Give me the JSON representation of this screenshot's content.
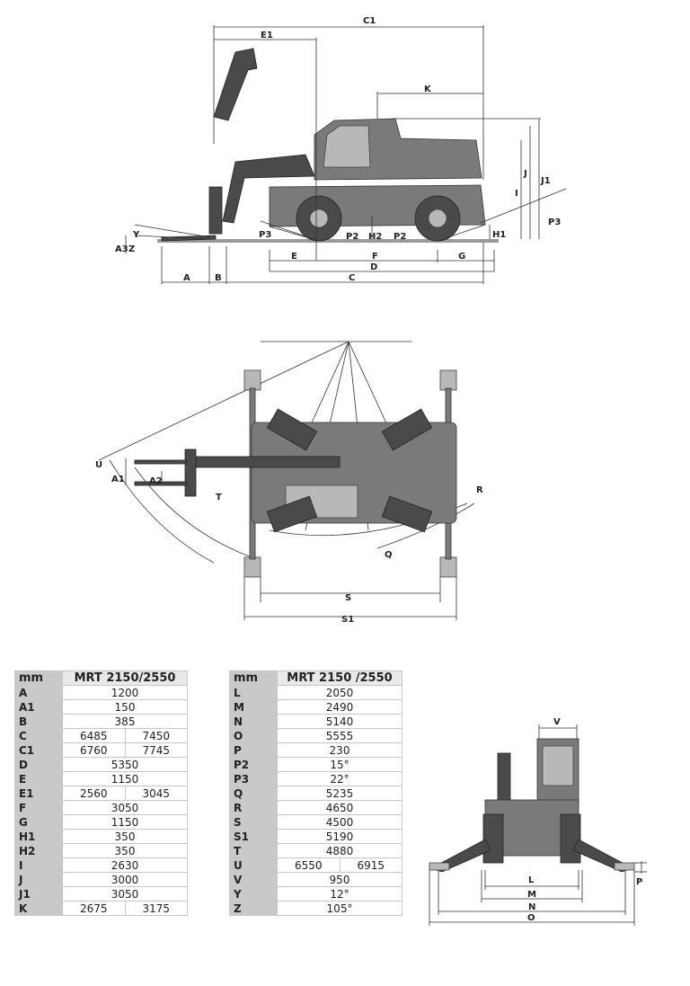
{
  "side_view": {
    "labels": [
      "C1",
      "E1",
      "K",
      "I",
      "J",
      "J1",
      "P3",
      "P3",
      "H1",
      "H2",
      "P2",
      "P2",
      "A3",
      "Z",
      "Y",
      "A",
      "B",
      "C",
      "D",
      "E",
      "F",
      "G"
    ]
  },
  "top_view": {
    "labels": [
      "U",
      "A1",
      "A2",
      "T",
      "R",
      "Q",
      "S",
      "S1"
    ]
  },
  "front_view": {
    "labels": [
      "V",
      "L",
      "M",
      "N",
      "O",
      "P"
    ]
  },
  "table_left": {
    "unit_header": "mm",
    "model_header": "MRT 2150/2550",
    "rows": [
      {
        "key": "A",
        "values": [
          "1200"
        ]
      },
      {
        "key": "A1",
        "values": [
          "150"
        ]
      },
      {
        "key": "B",
        "values": [
          "385"
        ]
      },
      {
        "key": "C",
        "values": [
          "6485",
          "7450"
        ]
      },
      {
        "key": "C1",
        "values": [
          "6760",
          "7745"
        ]
      },
      {
        "key": "D",
        "values": [
          "5350"
        ]
      },
      {
        "key": "E",
        "values": [
          "1150"
        ]
      },
      {
        "key": "E1",
        "values": [
          "2560",
          "3045"
        ]
      },
      {
        "key": "F",
        "values": [
          "3050"
        ]
      },
      {
        "key": "G",
        "values": [
          "1150"
        ]
      },
      {
        "key": "H1",
        "values": [
          "350"
        ]
      },
      {
        "key": "H2",
        "values": [
          "350"
        ]
      },
      {
        "key": "I",
        "values": [
          "2630"
        ]
      },
      {
        "key": "J",
        "values": [
          "3000"
        ]
      },
      {
        "key": "J1",
        "values": [
          "3050"
        ]
      },
      {
        "key": "K",
        "values": [
          "2675",
          "3175"
        ]
      }
    ]
  },
  "table_right": {
    "unit_header": "mm",
    "model_header": "MRT 2150 /2550",
    "rows": [
      {
        "key": "L",
        "values": [
          "2050"
        ]
      },
      {
        "key": "M",
        "values": [
          "2490"
        ]
      },
      {
        "key": "N",
        "values": [
          "5140"
        ]
      },
      {
        "key": "O",
        "values": [
          "5555"
        ]
      },
      {
        "key": "P",
        "values": [
          "230"
        ]
      },
      {
        "key": "P2",
        "values": [
          "15°"
        ]
      },
      {
        "key": "P3",
        "values": [
          "22°"
        ]
      },
      {
        "key": "Q",
        "values": [
          "5235"
        ]
      },
      {
        "key": "R",
        "values": [
          "4650"
        ]
      },
      {
        "key": "S",
        "values": [
          "4500"
        ]
      },
      {
        "key": "S1",
        "values": [
          "5190"
        ]
      },
      {
        "key": "T",
        "values": [
          "4880"
        ]
      },
      {
        "key": "U",
        "values": [
          "6550",
          "6915"
        ]
      },
      {
        "key": "V",
        "values": [
          "950"
        ]
      },
      {
        "key": "Y",
        "values": [
          "12°"
        ]
      },
      {
        "key": "Z",
        "values": [
          "105°"
        ]
      }
    ]
  },
  "colors": {
    "machine": "#7a7a7a",
    "table_key_bg": "#c9c9c9",
    "table_border": "#c8c8c8"
  }
}
